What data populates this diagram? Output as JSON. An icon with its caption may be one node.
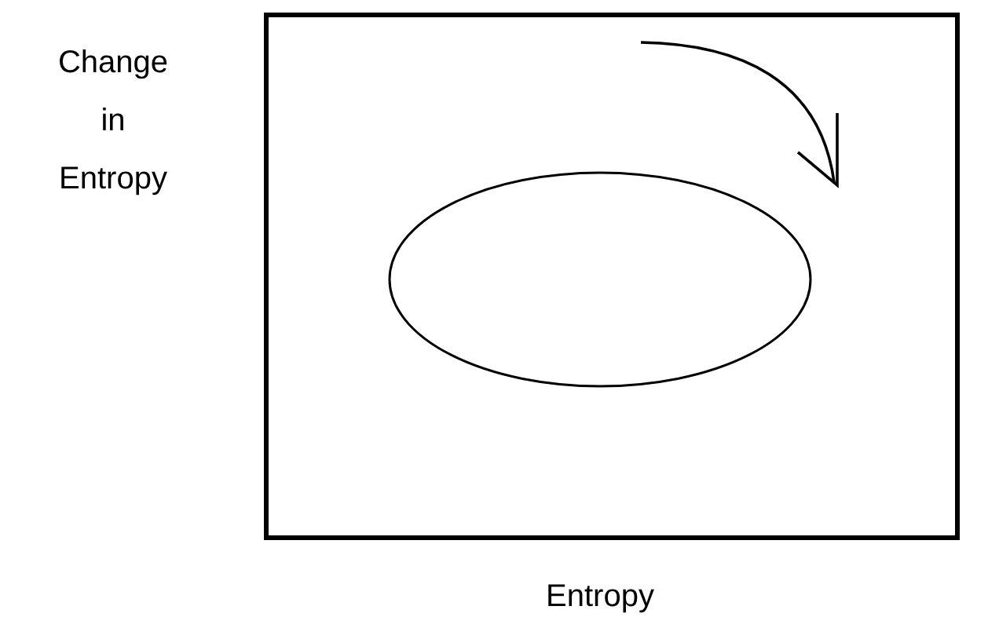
{
  "diagram": {
    "nodes": [
      {
        "text": [],
        "shape": "ellipse"
      }
    ],
    "labels": [
      "Change in Entropy",
      "Entropy"
    ]
  }
}
